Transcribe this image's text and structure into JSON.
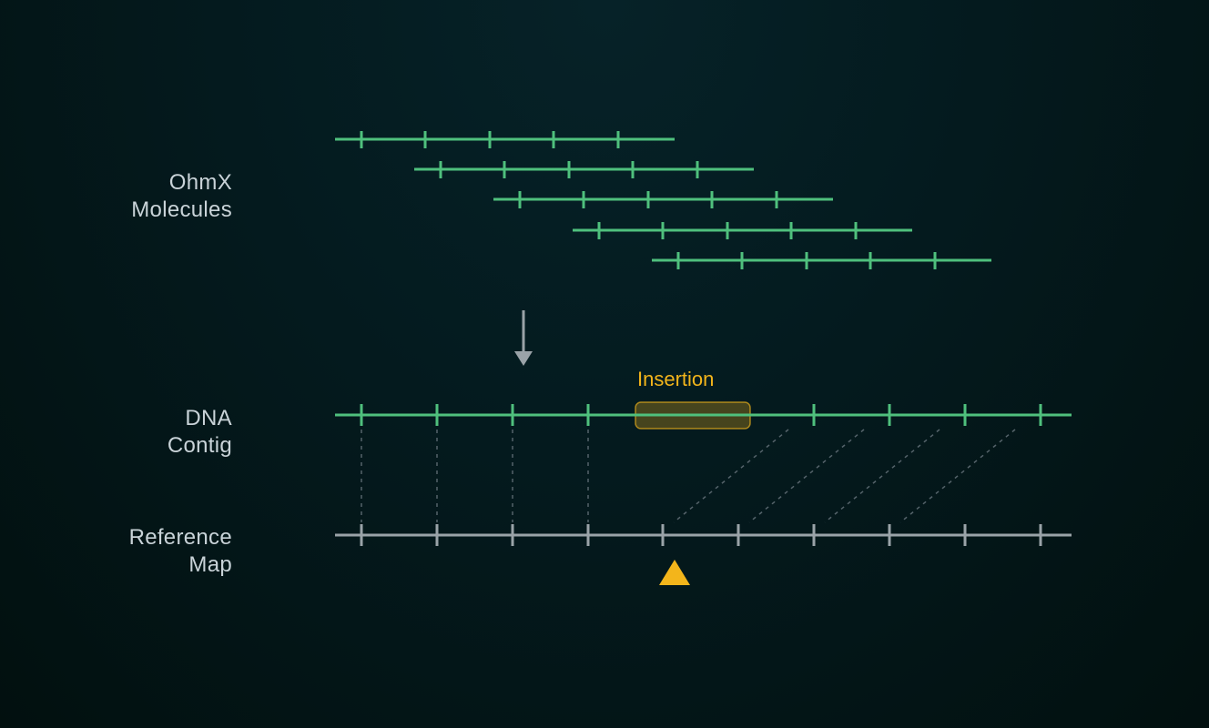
{
  "labels": {
    "molecules": [
      "OhmX",
      "Molecules"
    ],
    "contig": [
      "DNA",
      "Contig"
    ],
    "reference": [
      "Reference",
      "Map"
    ]
  },
  "insertion": {
    "label": "Insertion",
    "color": "#f3b51b"
  },
  "colors": {
    "molecule": "#4fc07d",
    "reference": "#9aa3a8",
    "arrow": "#9aa3a8",
    "guide": "#55636a"
  },
  "icons": {
    "flow_arrow": "arrow-down-icon",
    "insertion_marker": "triangle-up-icon"
  }
}
